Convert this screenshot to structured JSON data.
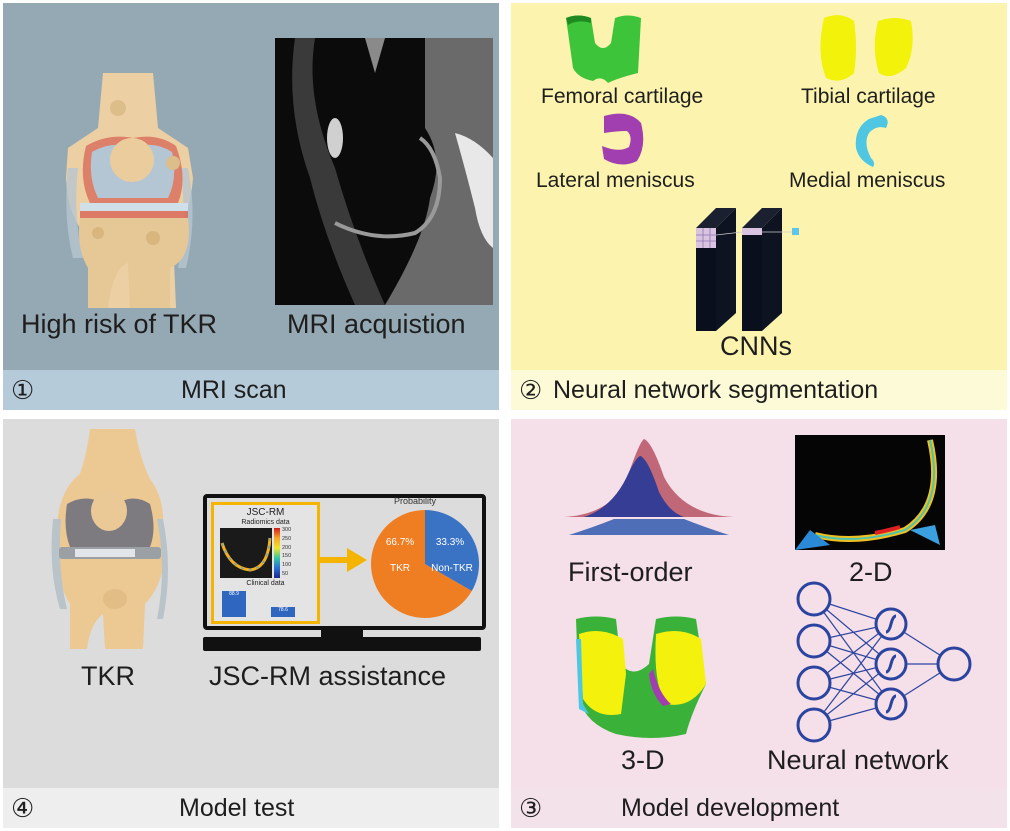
{
  "panels": {
    "mri_scan": {
      "number": "①",
      "title": "MRI scan",
      "left_caption": "High risk of TKR",
      "right_caption": "MRI acquistion"
    },
    "segmentation": {
      "number": "②",
      "title": "Neural network segmentation",
      "structures": [
        {
          "label": "Femoral cartilage",
          "color": "#3ec43a"
        },
        {
          "label": "Tibial cartilage",
          "color": "#f2f20a"
        },
        {
          "label": "Lateral meniscus",
          "color": "#a23fb0"
        },
        {
          "label": "Medial meniscus",
          "color": "#4fc6e2"
        }
      ],
      "network_caption": "CNNs"
    },
    "model_development": {
      "number": "③",
      "title": "Model development",
      "features": [
        {
          "label": "First-order"
        },
        {
          "label": "2-D"
        },
        {
          "label": "3-D"
        },
        {
          "label": "Neural network"
        }
      ],
      "network_color": "#2b44a0"
    },
    "model_test": {
      "number": "④",
      "title": "Model test",
      "left_caption": "TKR",
      "right_caption": "JSC-RM assistance",
      "screen": {
        "model_name": "JSC-RM",
        "radiomics_label": "Radiomics data",
        "colorbar_ticks": [
          "300",
          "250",
          "200",
          "150",
          "100",
          "50"
        ],
        "clinical_label": "Clinical data",
        "clinical_bars": [
          {
            "value": "88.9"
          },
          {
            "value": "78.6"
          }
        ],
        "probability_title": "Probability",
        "highlight_color": "#f5b400"
      }
    }
  },
  "chart_data": {
    "type": "pie",
    "title": "Probability",
    "categories": [
      "TKR",
      "Non-TKR"
    ],
    "values": [
      66.7,
      33.3
    ],
    "labels": [
      "66.7%",
      "33.3%"
    ],
    "colors": [
      "#ef7d22",
      "#3a72c4"
    ]
  }
}
